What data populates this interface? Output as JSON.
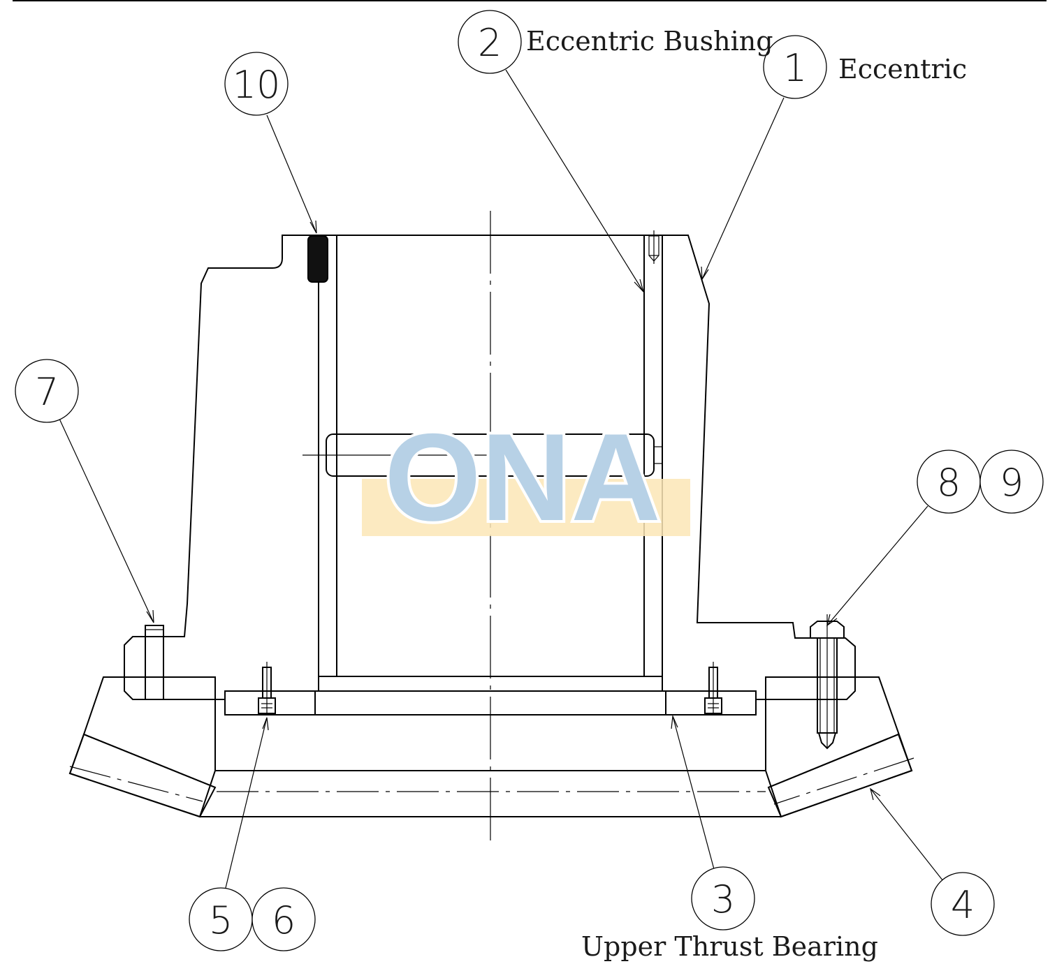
{
  "balloons": [
    {
      "id": "b1",
      "text": "1"
    },
    {
      "id": "b2",
      "text": "2"
    },
    {
      "id": "b3",
      "text": "3"
    },
    {
      "id": "b4",
      "text": "4"
    },
    {
      "id": "b5",
      "text": "5"
    },
    {
      "id": "b6",
      "text": "6"
    },
    {
      "id": "b7",
      "text": "7"
    },
    {
      "id": "b8",
      "text": "8"
    },
    {
      "id": "b9",
      "text": "9"
    },
    {
      "id": "b10",
      "text": "10"
    }
  ],
  "labels": {
    "eccentric_bushing": "Eccentric Bushing",
    "eccentric": "Eccentric",
    "upper_thrust_bearing": "Upper Thrust Bearing"
  },
  "watermark": {
    "text": "ONA",
    "letter_color": "#b7d1e6",
    "band_color": "#fbe6b6"
  }
}
